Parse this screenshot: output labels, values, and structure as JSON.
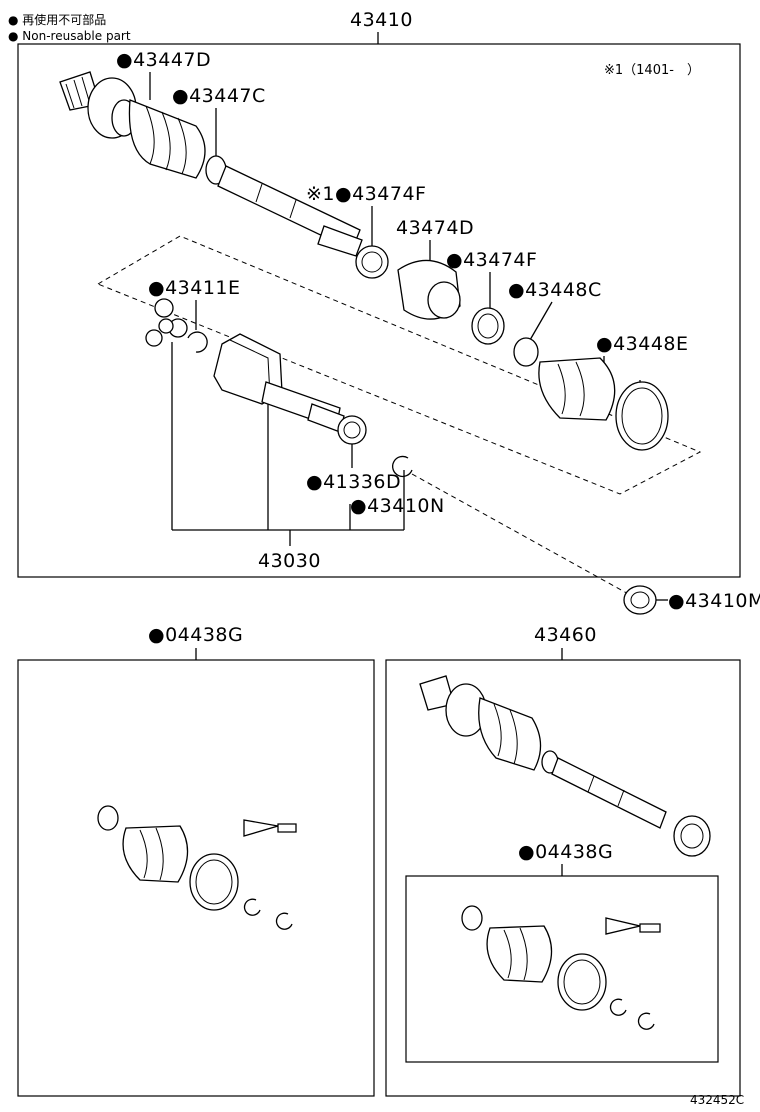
{
  "legend": {
    "line1": "● 再使用不可部品",
    "line2": "● Non-reusable part"
  },
  "note": "※1（1401-　）",
  "labels": {
    "p43410": "43410",
    "p43447D": "●43447D",
    "p43447C": "●43447C",
    "p43474F_a": "※1●43474F",
    "p43474D": "43474D",
    "p43474F_b": "●43474F",
    "p43448C": "●43448C",
    "p43411E": "●43411E",
    "p43448E": "●43448E",
    "p41336D": "●41336D",
    "p43410N": "●43410N",
    "p43030": "43030",
    "p43410M": "●43410M",
    "p04438G_left": "●04438G",
    "p43460": "43460",
    "p04438G_inner": "●04438G"
  },
  "catalog_number": "432452C"
}
